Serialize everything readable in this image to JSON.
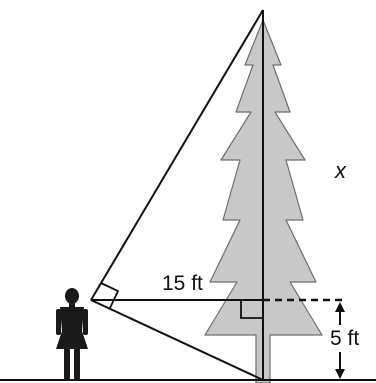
{
  "labels": {
    "tree_height_var": "x",
    "horizontal_distance": "15 ft",
    "eye_height": "5 ft"
  },
  "colors": {
    "tree_fill": "#c8c8c8",
    "tree_stroke": "#6e6e6e",
    "line": "#111111",
    "figure": "#1a1a1a"
  }
}
